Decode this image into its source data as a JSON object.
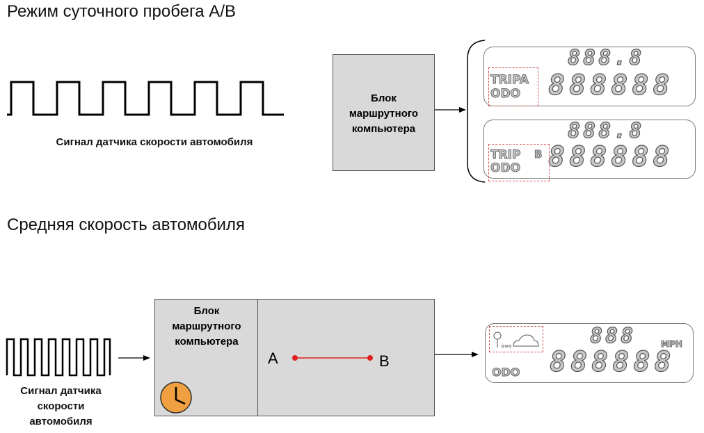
{
  "section1": {
    "title": "Режим суточного пробега A/B",
    "signal_caption": "Сигнал датчика скорости автомобиля",
    "computer_label": "Блок маршрутного компьютера",
    "display_a": {
      "trip": "TRIPA",
      "odo": "ODO",
      "top_digits": "888.8",
      "bottom_digits": "888888"
    },
    "display_b": {
      "trip": "TRIP",
      "trip_suffix": "B",
      "odo": "ODO",
      "top_digits": "888.8",
      "bottom_digits": "888888"
    }
  },
  "section2": {
    "title": "Средняя скорость автомобиля",
    "signal_caption": [
      "Сигнал датчика",
      "скорости",
      "автомобиля"
    ],
    "computer_label": "Блок маршрутного компьютера",
    "point_a": "A",
    "point_b": "B",
    "display": {
      "odo": "ODO",
      "unit": "MPH",
      "top_digits": "888",
      "bottom_digits": "888888"
    }
  },
  "colors": {
    "box": "#d9d9d9",
    "dashed": "#d05050",
    "route": "#e02020",
    "clock": "#f0a040"
  }
}
